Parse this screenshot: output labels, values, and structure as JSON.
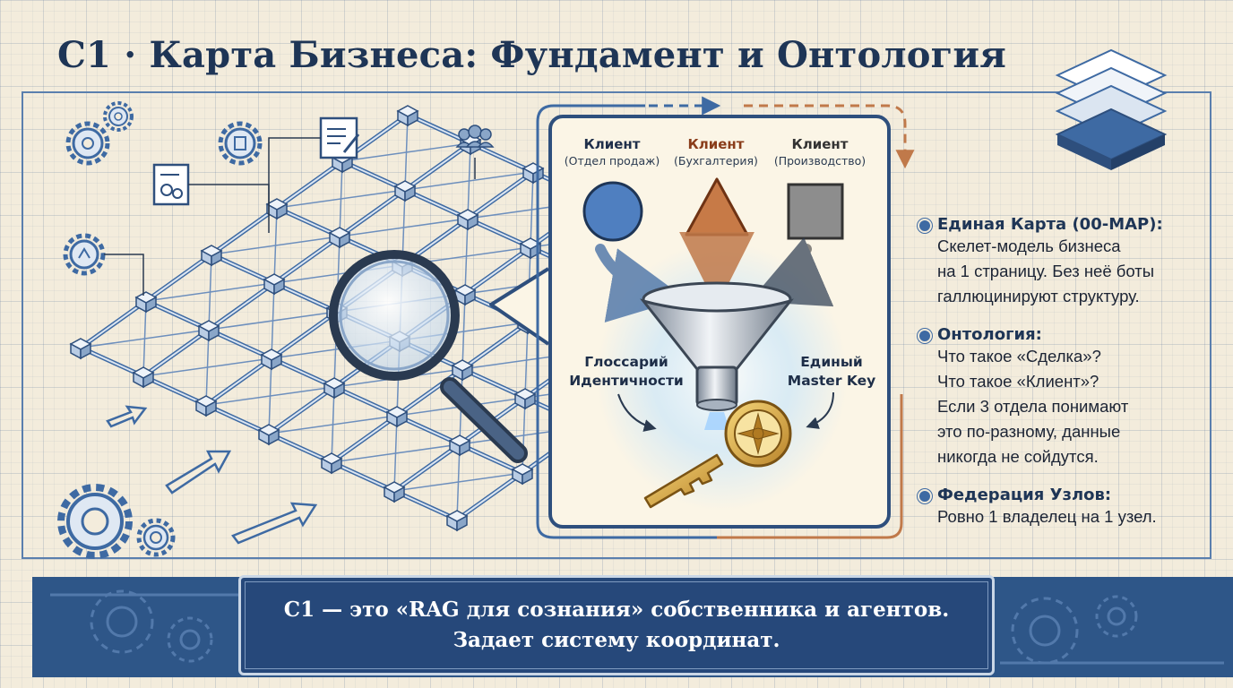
{
  "title": "C1 · Карта Бизнеса: Фундамент и Онтология",
  "clients": [
    {
      "name": "Клиент",
      "dept": "(Отдел продаж)",
      "color": "#1f2f4a"
    },
    {
      "name": "Клиент",
      "dept": "(Бухгалтерия)",
      "color": "#8a3d1a"
    },
    {
      "name": "Клиент",
      "dept": "(Производство)",
      "color": "#333333"
    }
  ],
  "labels": {
    "glossary_line1": "Глоссарий",
    "glossary_line2": "Идентичности",
    "master_line1": "Единый",
    "master_line2": "Master Key"
  },
  "right_items": [
    {
      "title": "Единая Карта (00-MAP):",
      "body": "Скелет-модель бизнеса\nна 1 страницу. Без неё боты\nгаллюцинируют структуру."
    },
    {
      "title": "Онтология:",
      "body": "Что такое «Сделка»?\nЧто такое «Клиент»?\nЕсли 3 отдела понимают\nэто по-разному, данные\nникогда не сойдутся."
    },
    {
      "title": "Федерация Узлов:",
      "body": "Ровно 1 владелец на 1 узел."
    }
  ],
  "banner": {
    "line1": "C1 — это «RAG для сознания» собственника и агентов.",
    "line2": "Задает систему координат."
  },
  "colors": {
    "navy": "#1e3556",
    "blueprint": "#3e6aa3",
    "copper": "#c0794a",
    "gold": "#d9a441",
    "banner": "#2e5688"
  },
  "icons": [
    "gear-icon",
    "document-icon",
    "people-icon",
    "magnifier-icon",
    "funnel-icon",
    "key-icon",
    "layers-icon",
    "arrow-icon"
  ]
}
